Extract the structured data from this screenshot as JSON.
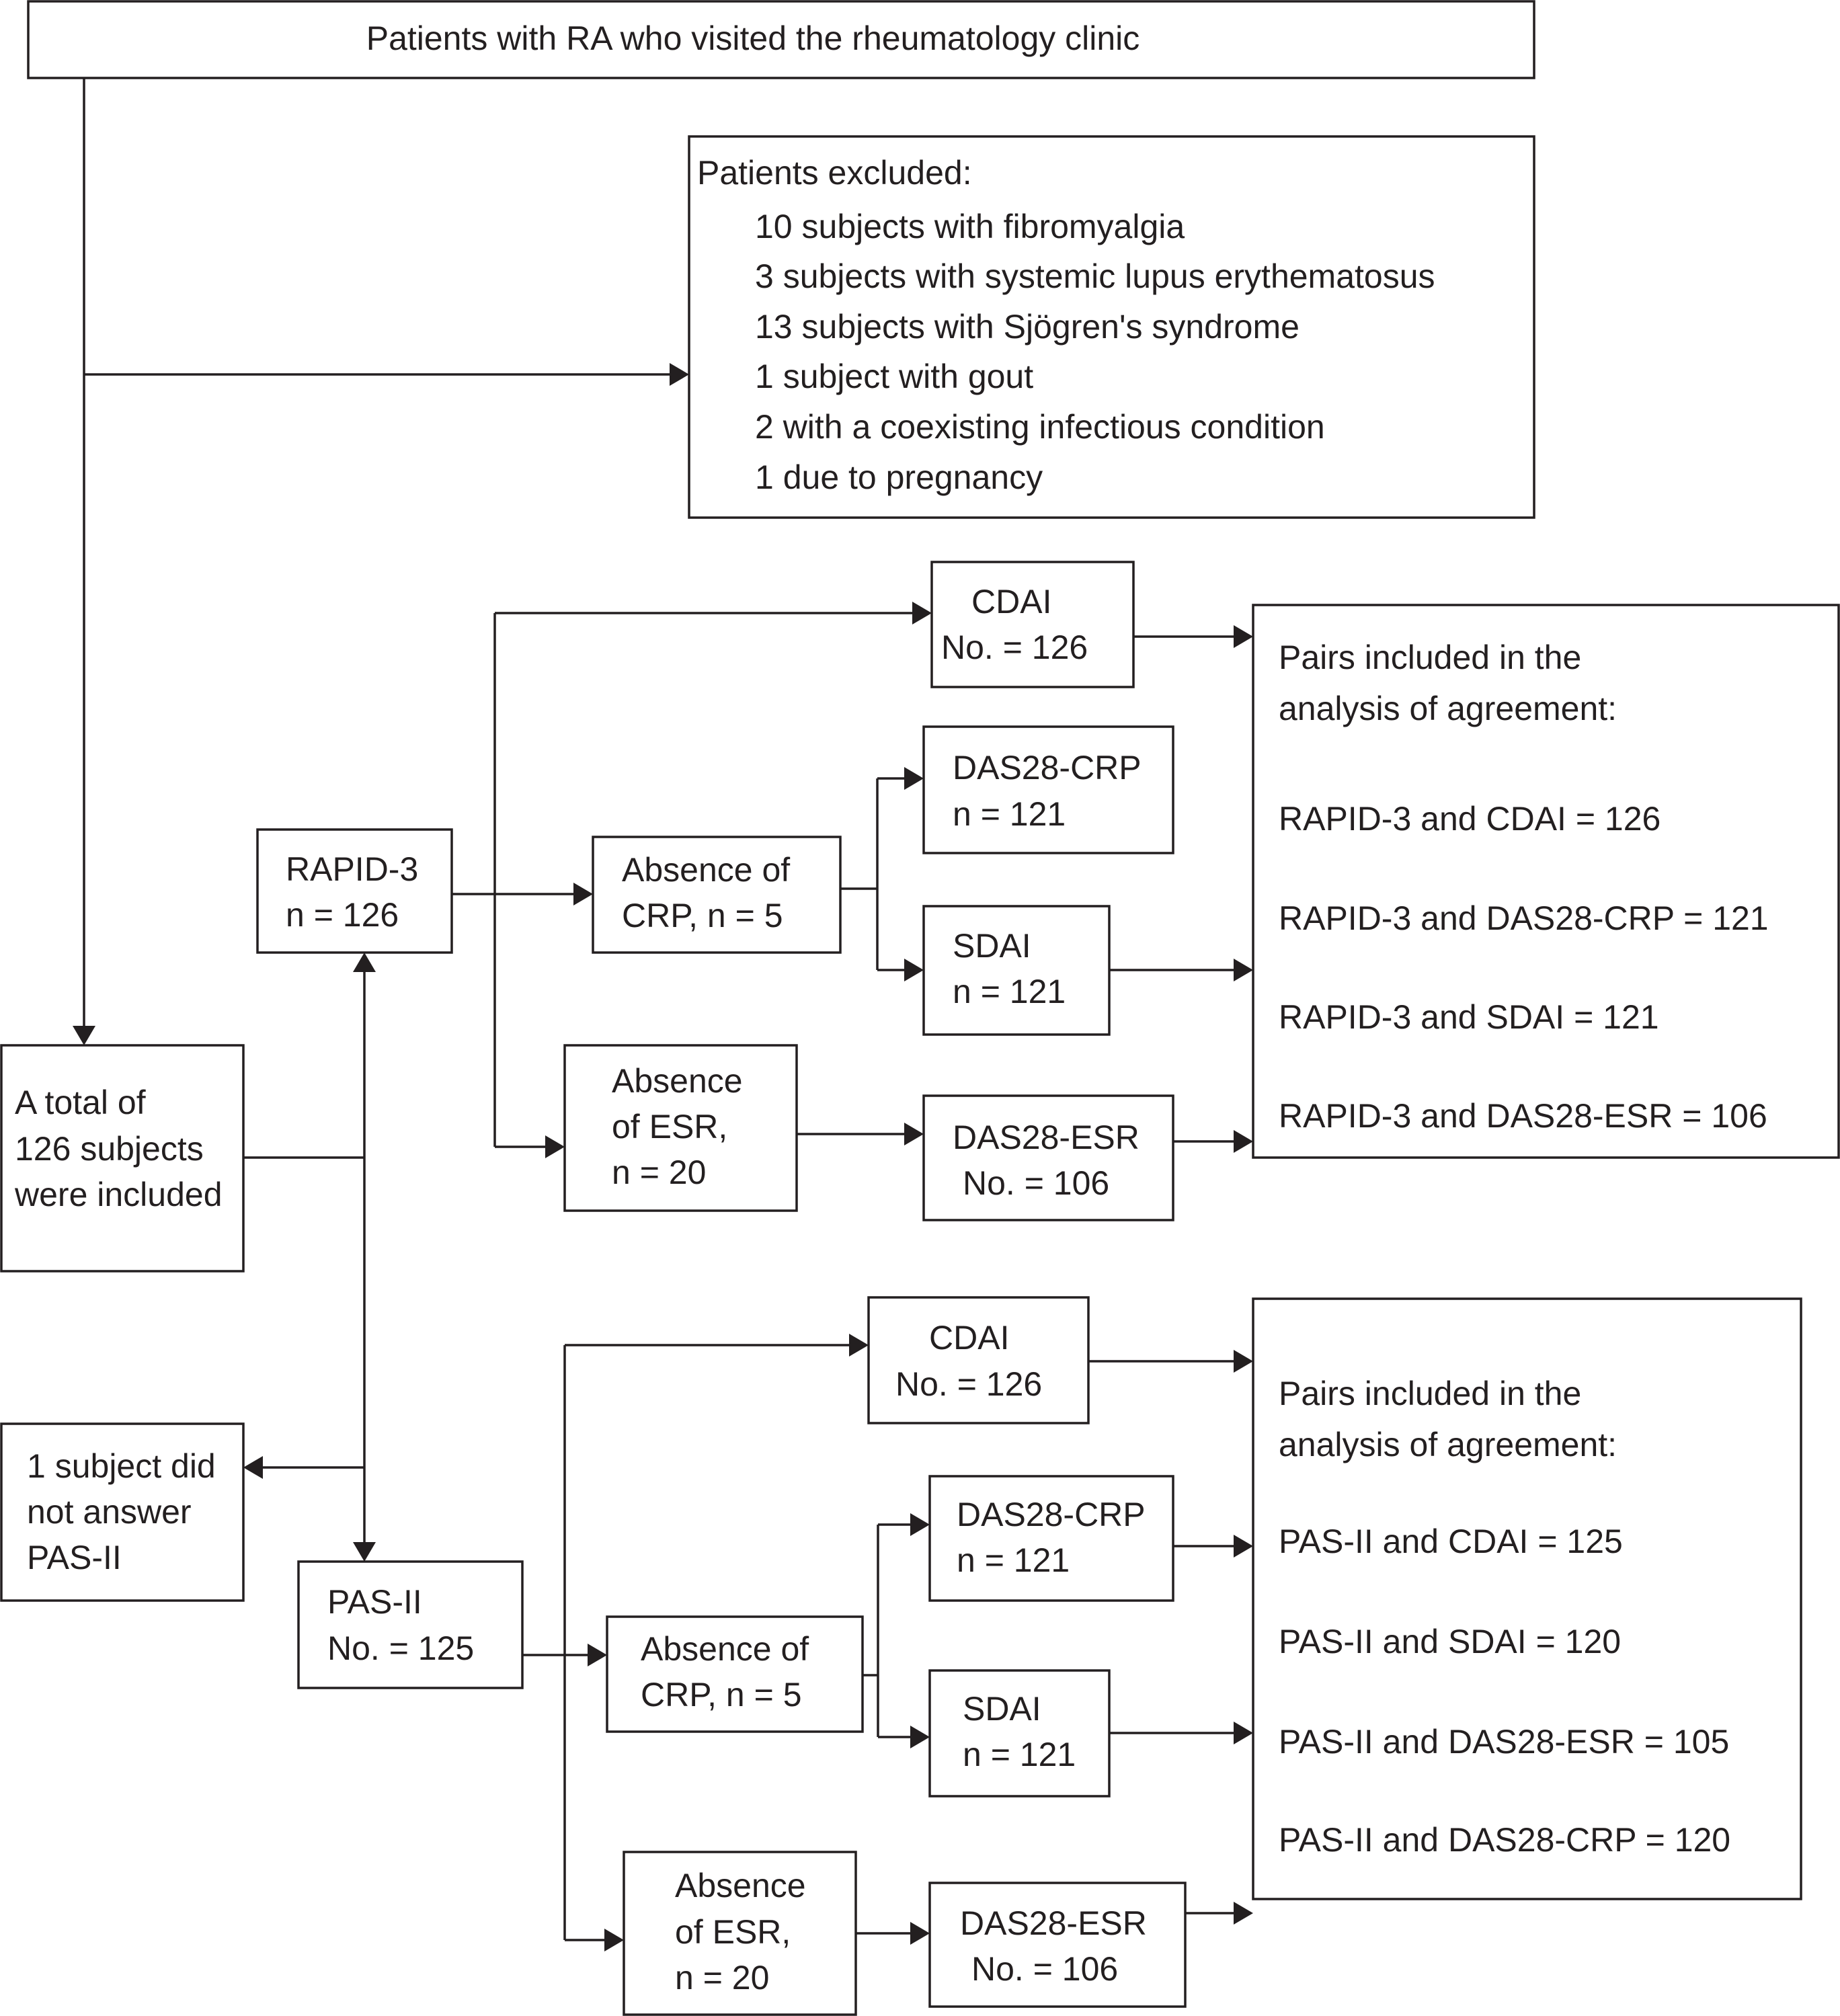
{
  "top": {
    "label": "Patients with RA who visited the rheumatology clinic"
  },
  "excluded": {
    "title": "Patients excluded:",
    "items": [
      "10 subjects with fibromyalgia",
      "3 subjects with systemic lupus erythematosus",
      "13 subjects with Sjögren's syndrome",
      "1 subject with gout",
      "2 with a coexisting infectious condition",
      "1 due to pregnancy"
    ]
  },
  "total": {
    "lines": [
      "A total of",
      "126 subjects",
      "were included"
    ]
  },
  "no_answer": {
    "lines": [
      "1 subject did",
      "not answer",
      "PAS-II"
    ]
  },
  "rapid3": {
    "box": [
      "RAPID-3",
      "n = 126"
    ],
    "cdai": [
      "CDAI",
      "No. = 126"
    ],
    "absence_crp": [
      "Absence of",
      "CRP, n = 5"
    ],
    "das28_crp": [
      "DAS28-CRP",
      "n = 121"
    ],
    "sdai": [
      "SDAI",
      "n = 121"
    ],
    "absence_esr": [
      "Absence",
      "of ESR,",
      "n = 20"
    ],
    "das28_esr": [
      "DAS28-ESR",
      "No. = 106"
    ],
    "pairs": {
      "heading": [
        "Pairs included in the",
        "analysis of agreement:"
      ],
      "items": [
        "RAPID-3 and CDAI = 126",
        "RAPID-3 and DAS28-CRP = 121",
        "RAPID-3 and SDAI = 121",
        "RAPID-3 and DAS28-ESR = 106"
      ]
    }
  },
  "pas2": {
    "box": [
      "PAS-II",
      "No. = 125"
    ],
    "cdai": [
      "CDAI",
      "No. = 126"
    ],
    "absence_crp": [
      "Absence of",
      "CRP, n = 5"
    ],
    "das28_crp": [
      "DAS28-CRP",
      "n = 121"
    ],
    "sdai": [
      "SDAI",
      "n = 121"
    ],
    "absence_esr": [
      "Absence",
      "of ESR,",
      "n = 20"
    ],
    "das28_esr": [
      "DAS28-ESR",
      "No. = 106"
    ],
    "pairs": {
      "heading": [
        "Pairs included in the",
        "analysis of agreement:"
      ],
      "items": [
        "PAS-II and CDAI = 125",
        "PAS-II and SDAI = 120",
        "PAS-II and DAS28-ESR = 105",
        "PAS-II and DAS28-CRP = 120"
      ]
    }
  }
}
